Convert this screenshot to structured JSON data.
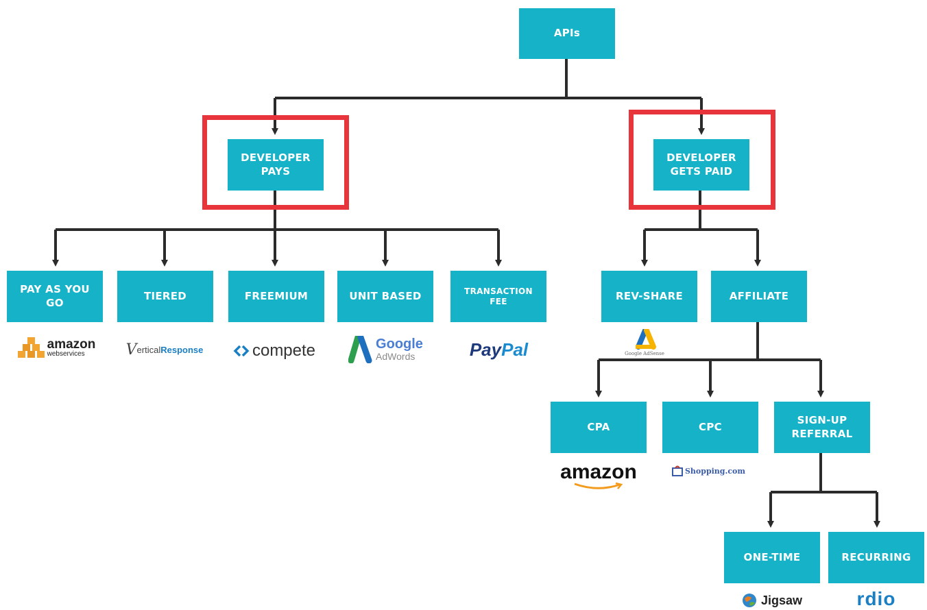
{
  "colors": {
    "box": "#16b3c8",
    "box_text": "#ffffff",
    "connector": "#2b2b2b",
    "highlight": "#e8343b"
  },
  "nodes": {
    "apis": "APIs",
    "developer_pays": "DEVELOPER\nPAYS",
    "developer_gets_paid": "DEVELOPER\nGETS PAID",
    "pay_as_you_go": "PAY AS YOU\nGO",
    "tiered": "TIERED",
    "freemium": "FREEMIUM",
    "unit_based": "UNIT BASED",
    "transaction_fee": "TRANSACTION\nFEE",
    "rev_share": "REV-SHARE",
    "affiliate": "AFFILIATE",
    "cpa": "CPA",
    "cpc": "CPC",
    "sign_up_referral": "SIGN-UP\nREFERRAL",
    "one_time": "ONE-TIME",
    "recurring": "RECURRING"
  },
  "logos": {
    "amazon_ws_main": "amazon",
    "amazon_ws_sub": "webservices",
    "verticalresponse_v": "V",
    "verticalresponse_a": "ertical",
    "verticalresponse_b": "Response",
    "compete": "compete",
    "google": "Google",
    "adwords": "AdWords",
    "paypal_a": "Pay",
    "paypal_b": "Pal",
    "google_adsense": "Google AdSense",
    "amazon": "amazon",
    "shopping": "Shopping.com",
    "jigsaw": "Jigsaw",
    "rdio": "rdio"
  }
}
